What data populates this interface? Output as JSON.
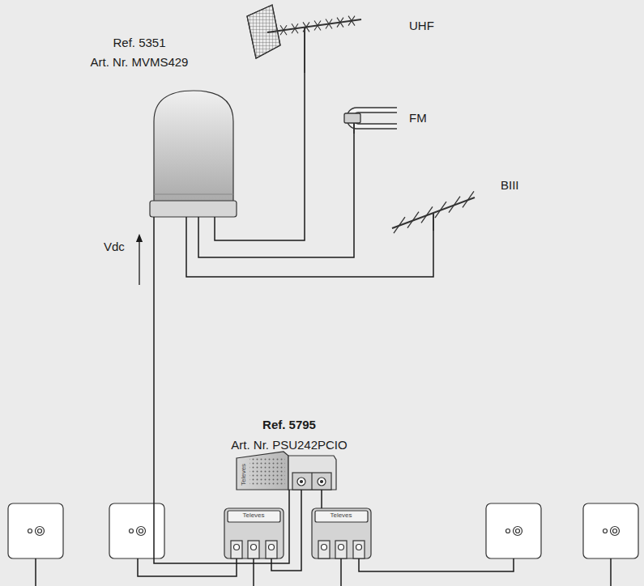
{
  "diagram": {
    "nodes": [
      {
        "text": [
          "UHF"
        ]
      },
      {
        "text": [
          "Ref. 5351",
          "Art. Nr. MVMS429"
        ]
      },
      {
        "text": [
          "FM"
        ]
      },
      {
        "text": [
          "BIII"
        ]
      },
      {
        "text": [
          "Ref. 5795",
          "Art. Nr. PSU242PCIO",
          "Televes"
        ]
      },
      {
        "text": [
          "Televes"
        ]
      },
      {
        "text": [
          "Televes"
        ]
      }
    ],
    "edges": [
      {
        "from": 0,
        "to": 1,
        "arrow": "none"
      },
      {
        "from": 2,
        "to": 1,
        "arrow": "none"
      },
      {
        "from": 3,
        "to": 1,
        "arrow": "none"
      },
      {
        "from": 4,
        "to": 1,
        "arrow": "none"
      },
      {
        "from": 4,
        "to": 5,
        "arrow": "none"
      },
      {
        "from": 4,
        "to": 6,
        "arrow": "none"
      }
    ],
    "labels": [
      "Vdc"
    ]
  }
}
